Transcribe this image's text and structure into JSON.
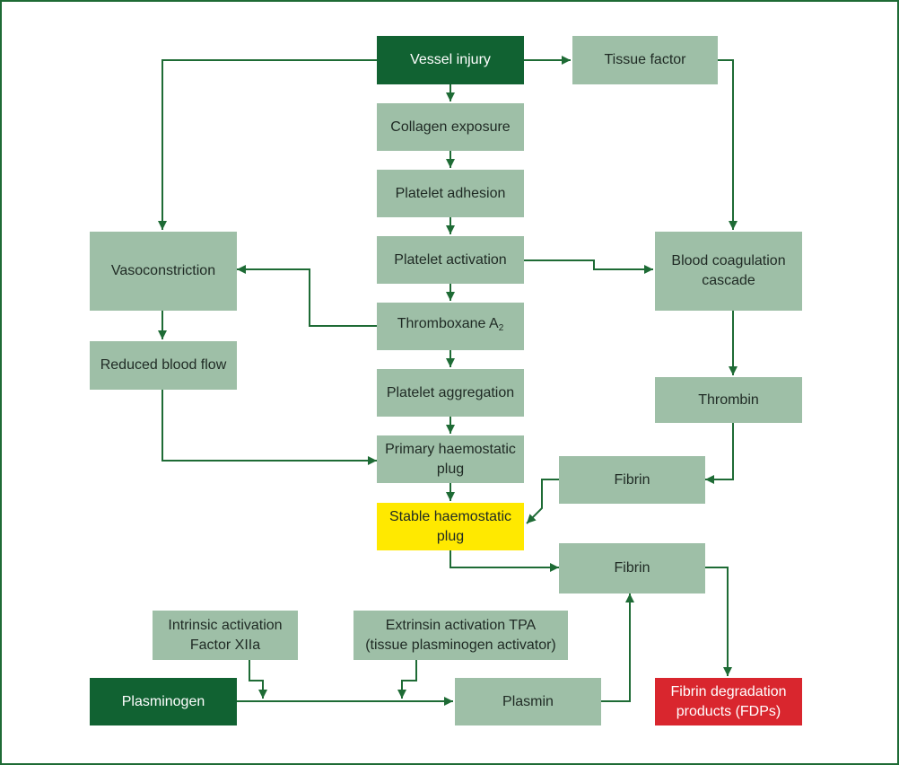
{
  "colors": {
    "border": "#1e6b35",
    "connector": "#1e6b35",
    "box": "#9ebfa7",
    "box_dark": "#116232",
    "box_yellow": "#ffe900",
    "box_red": "#d9262e"
  },
  "nodes": {
    "vessel_injury": "Vessel injury",
    "tissue_factor": "Tissue factor",
    "collagen_exposure": "Collagen exposure",
    "platelet_adhesion": "Platelet adhesion",
    "platelet_activation": "Platelet activation",
    "vasoconstriction": "Vasoconstriction",
    "blood_coagulation_cascade": "Blood coagulation\ncascade",
    "thromboxane": "Thromboxane A",
    "thromboxane_sub": "2",
    "reduced_blood_flow": "Reduced blood flow",
    "platelet_aggregation": "Platelet aggregation",
    "thrombin": "Thrombin",
    "primary_plug": "Primary haemostatic\nplug",
    "fibrin_upper": "Fibrin",
    "stable_plug": "Stable haemostatic\nplug",
    "fibrin_lower": "Fibrin",
    "intrinsic_activation": "Intrinsic activation\nFactor XIIa",
    "extrinsic_activation": "Extrinsin activation TPA\n(tissue plasminogen activator)",
    "plasminogen": "Plasminogen",
    "plasmin": "Plasmin",
    "fdps": "Fibrin degradation\nproducts (FDPs)"
  }
}
